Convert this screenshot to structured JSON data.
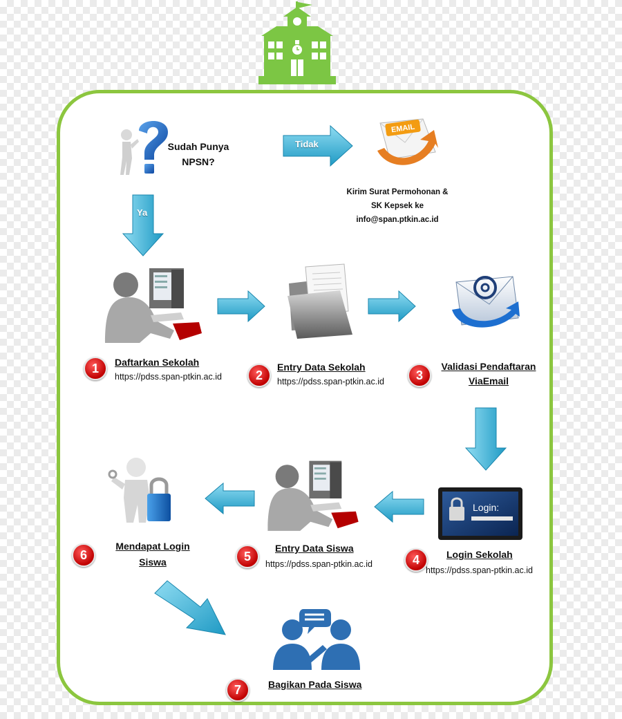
{
  "colors": {
    "frame": "#8cc63f",
    "school_icon": "#7cc644",
    "arrow": "#3fb8dc",
    "badge": "#cc0000",
    "people_icon": "#2e6fb3"
  },
  "question": {
    "icon": "question-mark-person-icon",
    "text_line1": "Sudah Punya",
    "text_line2": "NPSN?"
  },
  "arrow_no": {
    "label": "Tidak"
  },
  "arrow_yes": {
    "label": "Ya"
  },
  "email_branch": {
    "icon": "email-envelope-icon",
    "icon_text": "EMAIL",
    "note_line1": "Kirim Surat Permohonan &",
    "note_line2": "SK Kepsek ke",
    "note_line3": "info@span.ptkin.ac.id"
  },
  "steps": [
    {
      "number": "1",
      "label": "Daftarkan Sekolah",
      "url": "https://pdss.span-ptkin.ac.id",
      "icon": "computer-user-icon"
    },
    {
      "number": "2",
      "label": "Entry Data Sekolah",
      "url": "https://pdss.span-ptkin.ac.id",
      "icon": "folder-documents-icon"
    },
    {
      "number": "3",
      "label_line1": "Validasi Pendaftaran",
      "label_line2": "ViaEmail",
      "icon": "at-sign-email-icon"
    },
    {
      "number": "4",
      "label": "Login Sekolah",
      "url": "https://pdss.span-ptkin.ac.id",
      "icon": "login-screen-icon",
      "icon_text": "Login:"
    },
    {
      "number": "5",
      "label": "Entry Data Siswa",
      "url": "https://pdss.span-ptkin.ac.id",
      "icon": "computer-user-icon"
    },
    {
      "number": "6",
      "label_line1": "Mendapat Login",
      "label_line2": "Siswa",
      "icon": "person-key-lock-icon"
    },
    {
      "number": "7",
      "label": "Bagikan Pada Siswa",
      "icon": "people-sharing-icon"
    }
  ]
}
